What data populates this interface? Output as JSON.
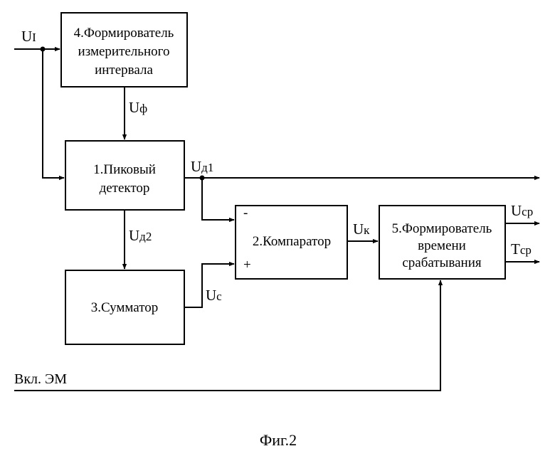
{
  "blocks": {
    "former_interval": {
      "lines": [
        "4.Формирователь",
        "измерительного",
        "интервала"
      ]
    },
    "peak_detector": {
      "lines": [
        "1.Пиковый",
        "детектор"
      ]
    },
    "comparator": {
      "label": "2.Компаратор",
      "minus": "-",
      "plus": "+"
    },
    "former_time": {
      "lines": [
        "5.Формирователь",
        "времени",
        "срабатывания"
      ]
    },
    "summator": {
      "label": "3.Сумматор"
    }
  },
  "signals": {
    "u_i": {
      "main": "U",
      "sub": "I"
    },
    "u_f": {
      "main": "U",
      "sub": "ф"
    },
    "u_d1": {
      "main": "U",
      "sub": "д1"
    },
    "u_d2": {
      "main": "U",
      "sub": "д2"
    },
    "u_c": {
      "main": "U",
      "sub": "c"
    },
    "u_k": {
      "main": "U",
      "sub": "к"
    },
    "u_sr": {
      "main": "U",
      "sub": "ср"
    },
    "t_sr": {
      "main": "T",
      "sub": "ср"
    }
  },
  "enable_label": "Вкл. ЭМ",
  "caption": "Фиг.2",
  "colors": {
    "ink": "#000000",
    "background": "#ffffff"
  }
}
